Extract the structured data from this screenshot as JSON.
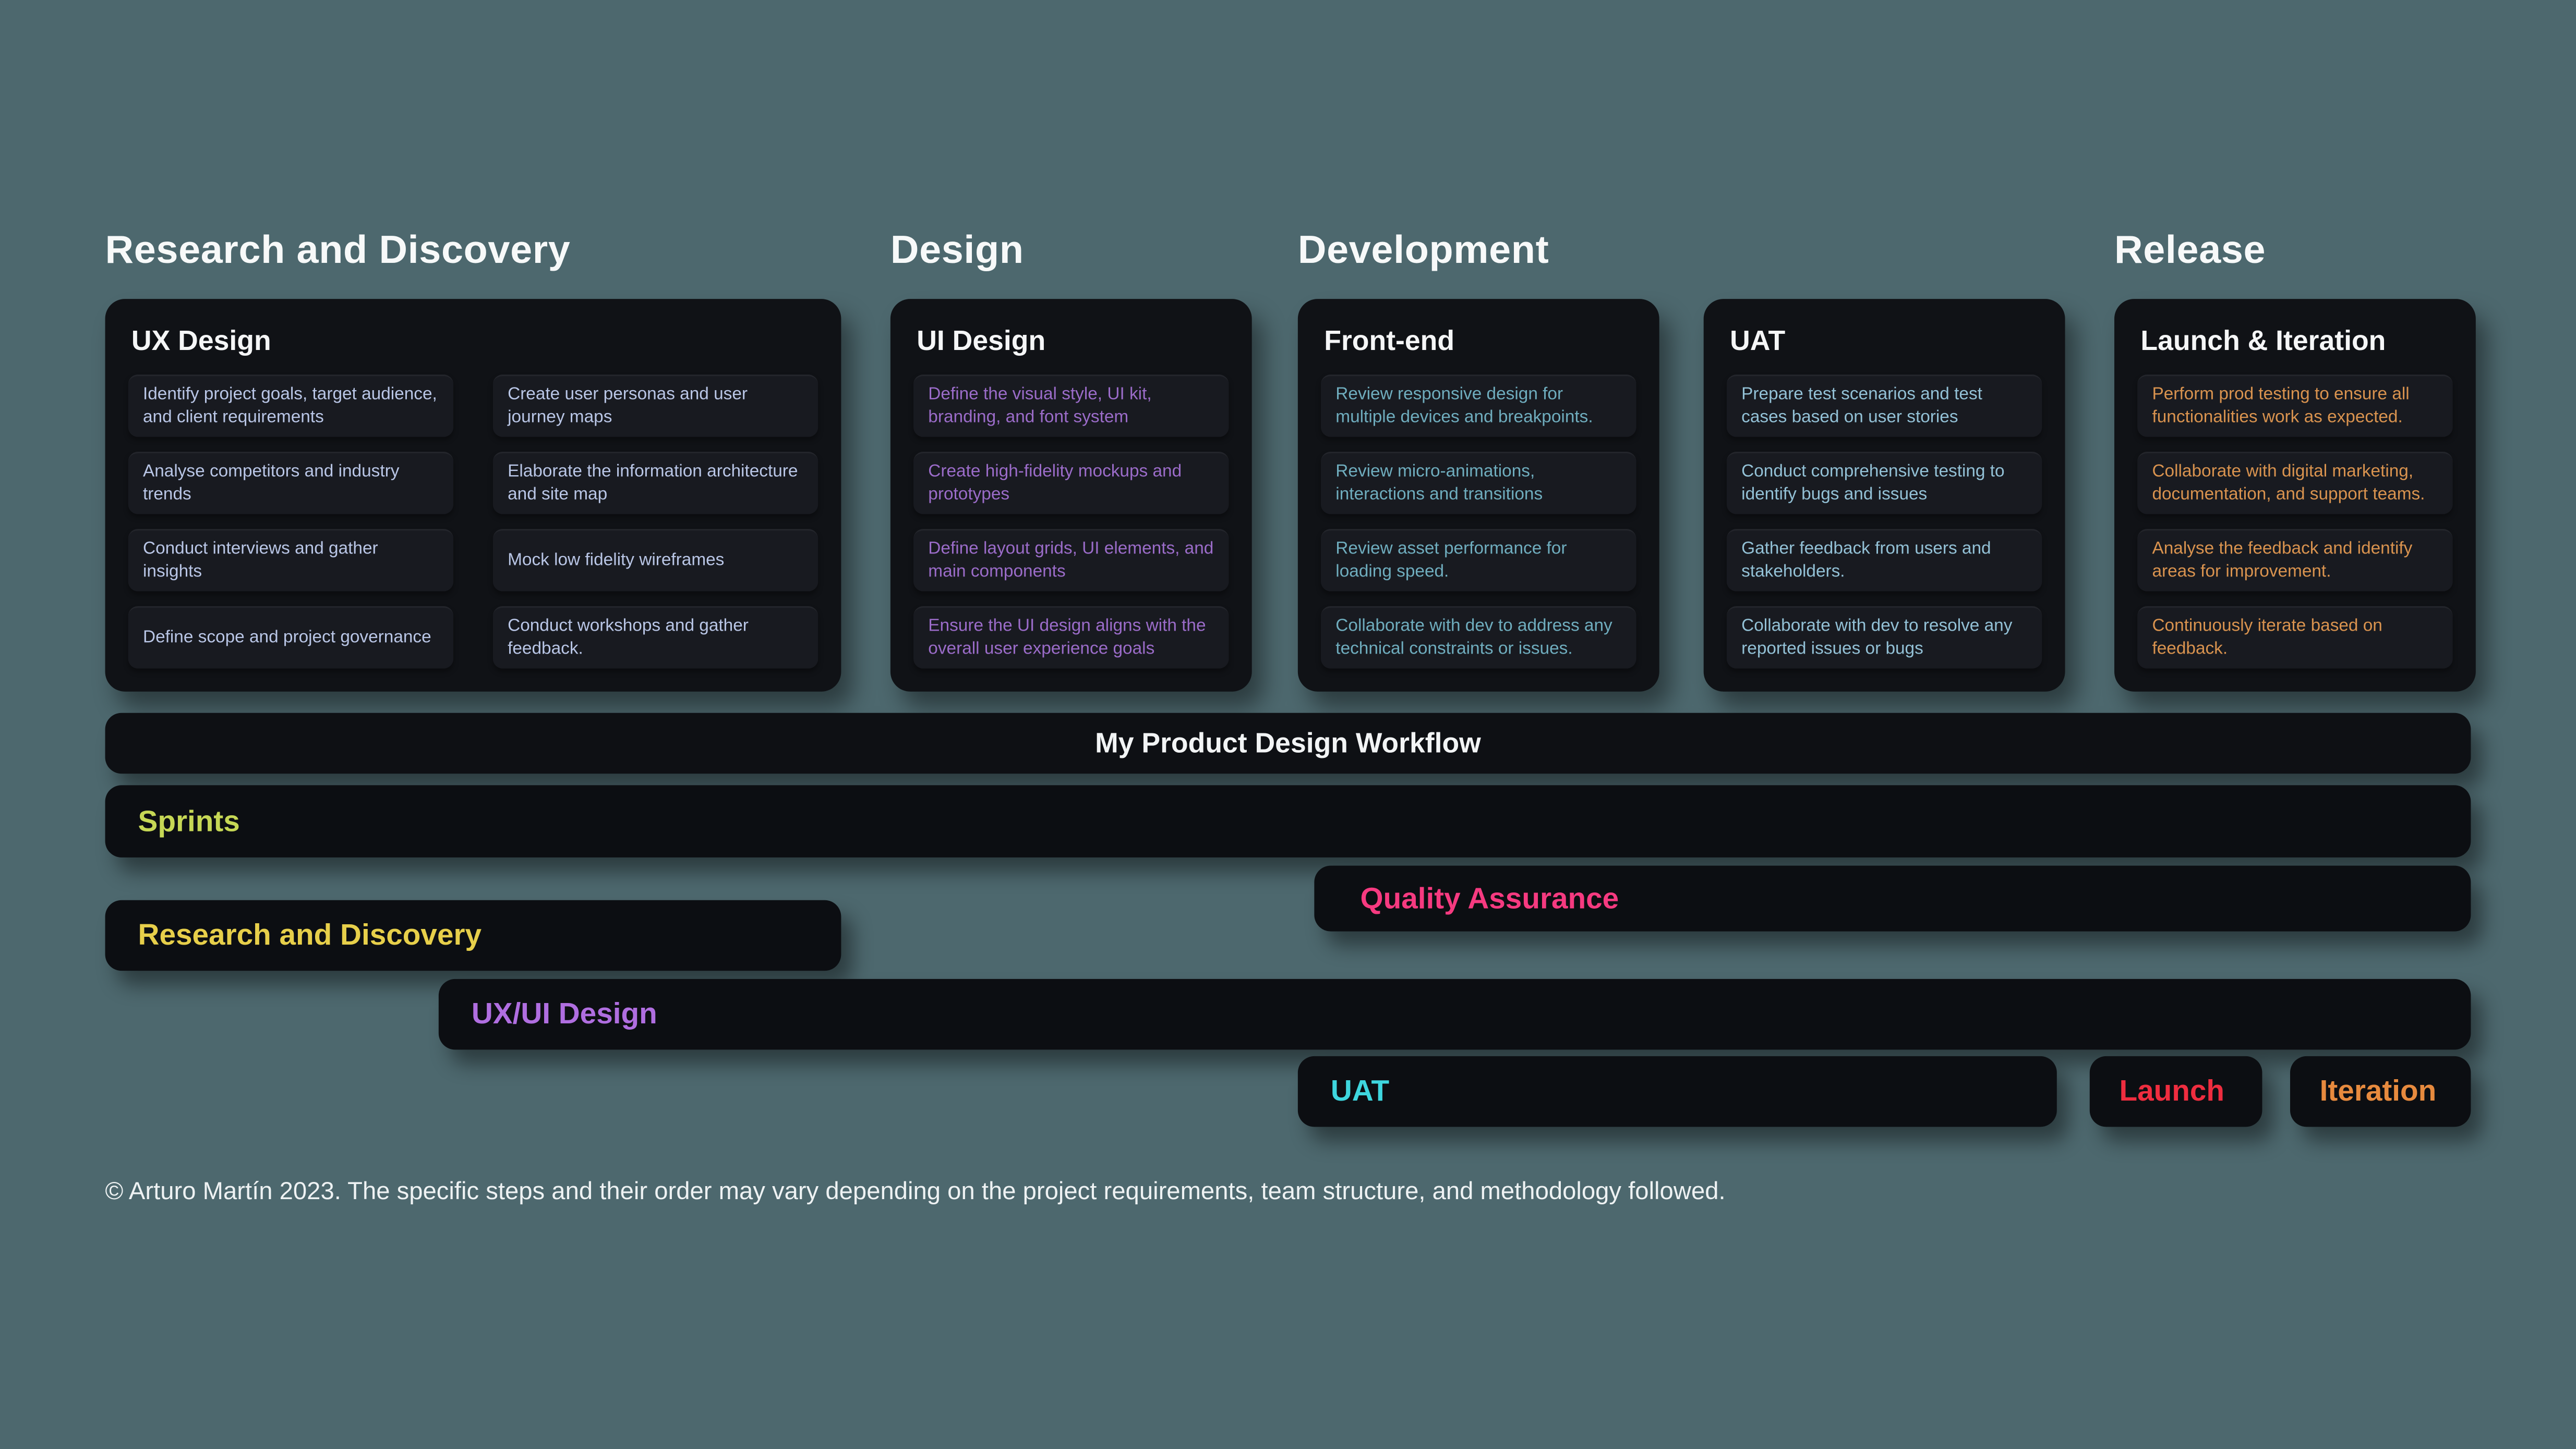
{
  "page": {
    "background": "#4d686e",
    "title": "My Product Design Workflow",
    "footer": "© Arturo Martín 2023. The specific steps and their order may vary depending on the project requirements, team structure, and methodology followed."
  },
  "phases": [
    {
      "label": "Research and Discovery"
    },
    {
      "label": "Design"
    },
    {
      "label": "Development"
    },
    {
      "label": "Release"
    }
  ],
  "cards": [
    {
      "title": "UX Design",
      "accent": "#b9c6e6",
      "tasks": [
        "Identify project goals, target audience, and client requirements",
        "Analyse competitors and industry trends",
        "Conduct interviews and gather insights",
        "Define scope and project governance",
        "Create user personas and user journey maps",
        "Elaborate the information architecture and site map",
        "Mock low fidelity wireframes",
        "Conduct workshops and gather feedback."
      ]
    },
    {
      "title": "UI Design",
      "accent": "#9b6cc9",
      "tasks": [
        "Define the visual style, UI kit, branding, and font system",
        "Create high-fidelity mockups and prototypes",
        "Define layout grids, UI elements, and main components",
        "Ensure the UI design aligns with the overall user experience goals"
      ]
    },
    {
      "title": "Front-end",
      "accent": "#6fadbe",
      "tasks": [
        "Review responsive design for multiple devices and breakpoints.",
        "Review micro-animations, interactions and transitions",
        "Review asset performance for loading speed.",
        "Collaborate with dev to address any technical constraints or issues."
      ]
    },
    {
      "title": "UAT",
      "accent": "#93c1d6",
      "tasks": [
        "Prepare test scenarios and test cases based on user stories",
        "Conduct comprehensive testing to identify bugs and issues",
        "Gather feedback from users and stakeholders.",
        "Collaborate with dev to resolve any reported issues or bugs"
      ]
    },
    {
      "title": "Launch & Iteration",
      "accent": "#d9934f",
      "tasks": [
        "Perform prod testing to ensure all functionalities work as expected.",
        "Collaborate with digital marketing, documentation, and support teams.",
        "Analyse the feedback and identify areas for improvement.",
        "Continuously iterate based on feedback."
      ]
    }
  ],
  "gantt": {
    "bars": [
      {
        "label": "Sprints",
        "color": "#c6d755"
      },
      {
        "label": "Quality Assurance",
        "color": "#f63a80"
      },
      {
        "label": "Research and Discovery",
        "color": "#e7cf4a"
      },
      {
        "label": "UX/UI Design",
        "color": "#b06ee0"
      },
      {
        "label": "UAT",
        "color": "#3ed6de"
      },
      {
        "label": "Launch",
        "color": "#ef2d3f"
      },
      {
        "label": "Iteration",
        "color": "#e78a3e"
      }
    ]
  }
}
